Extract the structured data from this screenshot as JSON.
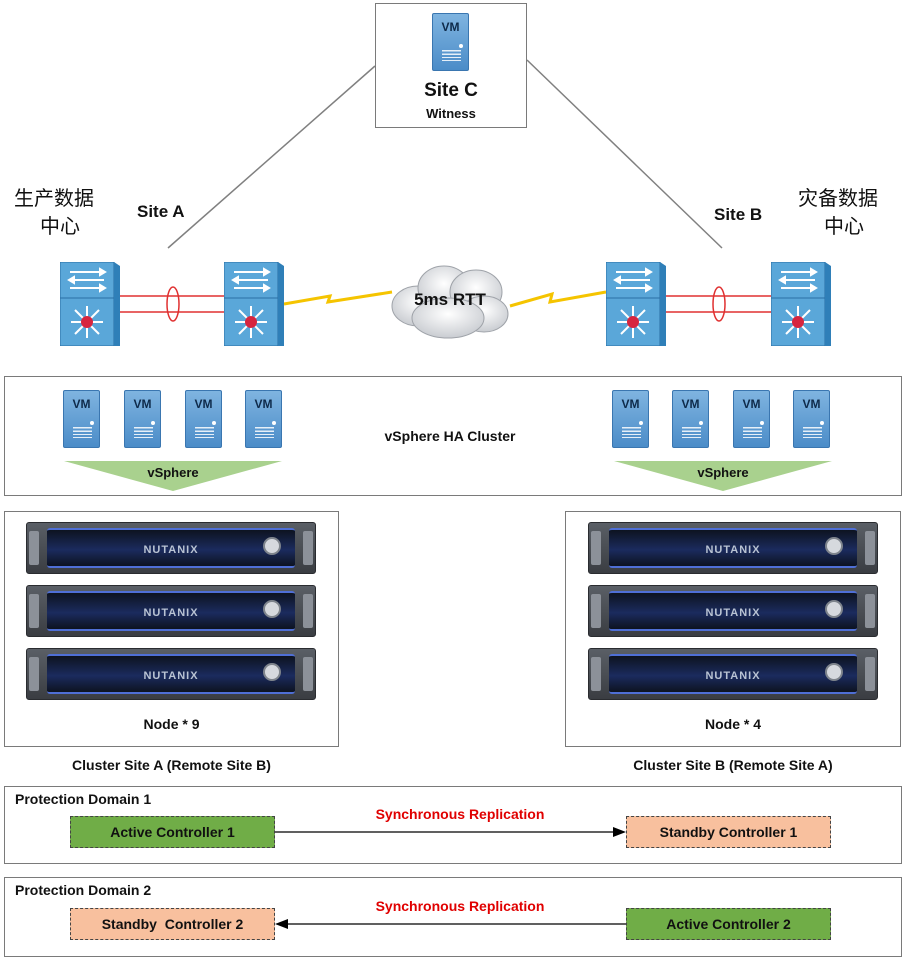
{
  "site_c": {
    "title": "Site C",
    "subtitle": "Witness",
    "vm_label": "VM"
  },
  "site_a": {
    "label": "Site A",
    "dc_label_line1": "生产数据",
    "dc_label_line2": "中心"
  },
  "site_b": {
    "label": "Site B",
    "dc_label_line1": "灾备数据",
    "dc_label_line2": "中心"
  },
  "network": {
    "rtt_label": "5ms RTT"
  },
  "vsphere": {
    "cluster_label": "vSphere HA Cluster",
    "left_platform": "vSphere",
    "right_platform": "vSphere",
    "vm_label": "VM"
  },
  "clusters": {
    "left": {
      "server_brand": "NUTANIX",
      "node_label": "Node * 9",
      "caption": "Cluster Site A (Remote Site B)"
    },
    "right": {
      "server_brand": "NUTANIX",
      "node_label": "Node * 4",
      "caption": "Cluster Site B (Remote Site A)"
    }
  },
  "protection_domains": [
    {
      "title": "Protection Domain 1",
      "left_controller": "Active Controller 1",
      "right_controller": "Standby Controller 1",
      "replication": "Synchronous Replication"
    },
    {
      "title": "Protection Domain 2",
      "left_controller": "Standby  Controller 2",
      "right_controller": "Active Controller 2",
      "replication": "Synchronous Replication"
    }
  ],
  "colors": {
    "active": "#70ad47",
    "standby": "#f8c09e",
    "replication_text": "#e00000",
    "link": "#e03030",
    "wan_link": "#f5c400"
  }
}
